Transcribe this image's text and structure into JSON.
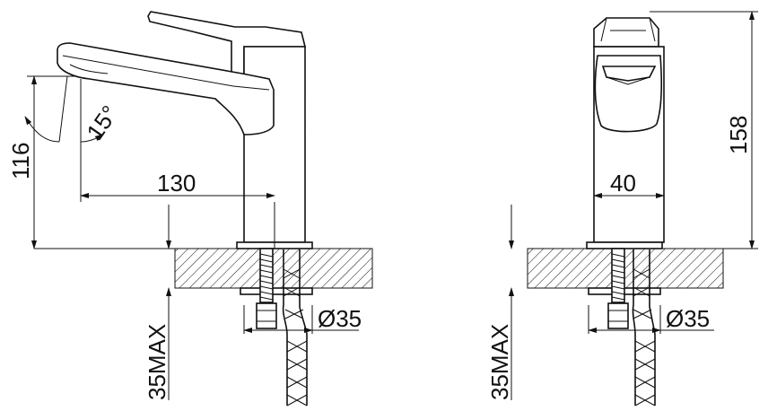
{
  "dimensions": {
    "height": "116",
    "reach": "130",
    "angle": "15°",
    "total_height": "158",
    "width": "40",
    "hole_left": "Ø35",
    "hole_right": "Ø35",
    "thickness_left": "35MAX",
    "thickness_right": "35MAX"
  },
  "colors": {
    "line": "#111111",
    "background": "#ffffff"
  }
}
